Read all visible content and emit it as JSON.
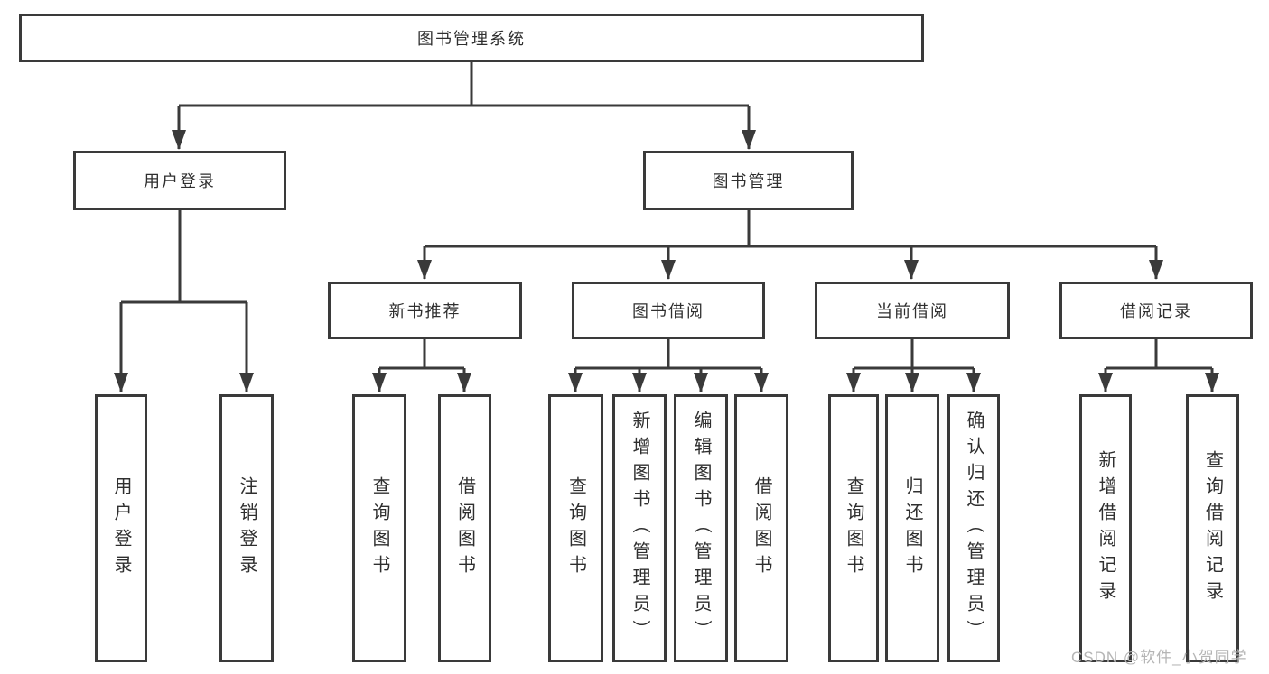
{
  "diagram": {
    "title": "图书管理系统",
    "nodes": {
      "root": "图书管理系统",
      "user_login_branch": "用户登录",
      "book_mgmt_branch": "图书管理",
      "new_book_rec": "新书推荐",
      "book_borrow": "图书借阅",
      "current_borrow": "当前借阅",
      "borrow_records": "借阅记录",
      "login_leaf": "用户登录",
      "logout_leaf": "注销登录",
      "rec_query_books": "查询图书",
      "rec_borrow_books": "借阅图书",
      "bb_query_books": "查询图书",
      "bb_add_books": "新增图书（管理员）",
      "bb_edit_books": "编辑图书（管理员）",
      "bb_borrow_books": "借阅图书",
      "cb_query_books": "查询图书",
      "cb_return_books": "归还图书",
      "cb_confirm_return": "确认归还（管理员）",
      "br_add_record": "新增借阅记录",
      "br_query_record": "查询借阅记录"
    },
    "colors": {
      "line": "#3a3a3a",
      "text": "#2f2f2f",
      "background": "#ffffff"
    }
  },
  "watermark": {
    "text": "CSDN @软件_小贺同学",
    "color": "#b5b5b5"
  }
}
